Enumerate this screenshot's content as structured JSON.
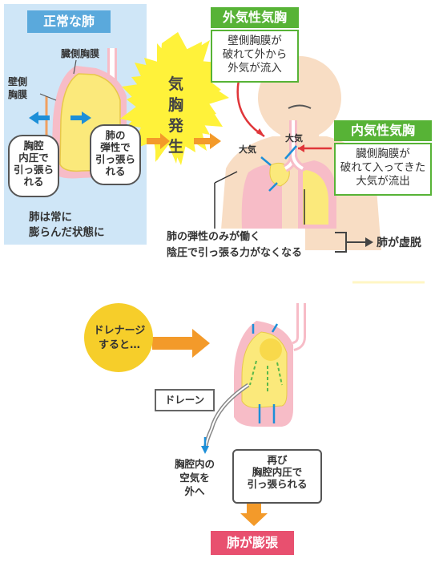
{
  "normal_lung": {
    "title": "正常な肺",
    "label_visceral": "臓側胸膜",
    "label_parietal": "壁側\n胸膜",
    "bubble_left": "胸腔\n内圧で\n引っ張ら\nれる",
    "bubble_right": "肺の\n弾性で\n引っ張ら\nれる",
    "caption": "肺は常に\n膨らんだ状態に"
  },
  "starburst": {
    "text": "気\n胸\n発\n生"
  },
  "external": {
    "title": "外気性気胸",
    "desc": "壁側胸膜が\n破れて外から\n外気が流入"
  },
  "internal": {
    "title": "内気性気胸",
    "desc": "臓側胸膜が\n破れて入ってきた\n大気が流出"
  },
  "air_left": "大気",
  "air_right": "大気",
  "collapse": {
    "note": "肺の弾性のみが働く\n陰圧で引っ張る力がなくなる",
    "result": "肺が虚脱"
  },
  "drainage": {
    "circle": "ドレナージ\nすると…",
    "drain_label": "ドレーン",
    "out_text": "胸腔内の\n空気を\n外へ",
    "bubble": "再び\n胸腔内圧で\n引っ張られる",
    "result": "肺が膨張"
  },
  "colors": {
    "blue_panel": "#cfe6f7",
    "blue_title": "#5aa9dc",
    "green": "#57b336",
    "yellow_panel": "#fff6c4",
    "pink_result": "#e8506f",
    "orange_arrow": "#f39a2a",
    "lung_yellow": "#fbe97b",
    "pleura_pink": "#f7bcc7",
    "arrow_blue": "#1d8fd8",
    "arrow_red": "#e0363a"
  }
}
